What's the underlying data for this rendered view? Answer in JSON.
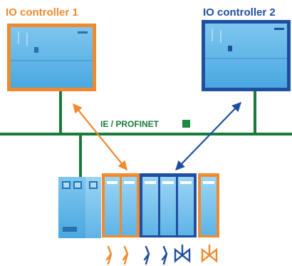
{
  "controllers": [
    {
      "title": "IO controller 1",
      "frame_color": "#f08a2c"
    },
    {
      "title": "IO controller 2",
      "frame_color": "#1f4fa0"
    }
  ],
  "network": {
    "label": "IE / PROFINET",
    "bus_color": "#1a7a3a",
    "marker_color": "#1a8a40"
  },
  "colors": {
    "orange": "#f08a2c",
    "blue": "#1f4fa0",
    "device_face": "#5ab2e6",
    "device_light": "#8fd0f3"
  }
}
